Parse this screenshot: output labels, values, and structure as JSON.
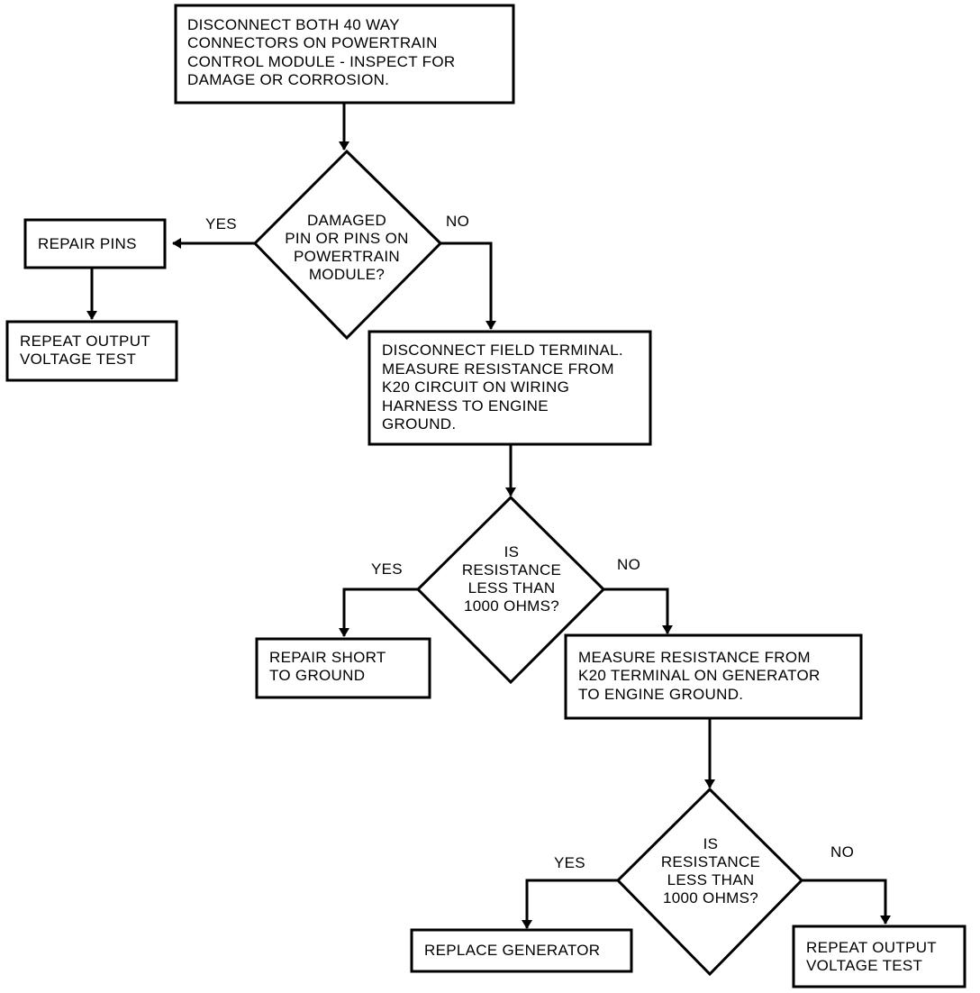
{
  "nodes": {
    "disconnect_connectors": [
      "DISCONNECT BOTH 40 WAY",
      "CONNECTORS ON POWERTRAIN",
      "CONTROL MODULE - INSPECT FOR",
      "DAMAGE OR CORROSION."
    ],
    "damaged_pins": [
      "DAMAGED",
      "PIN OR PINS ON",
      "POWERTRAIN",
      "MODULE?"
    ],
    "repair_pins": [
      "REPAIR PINS"
    ],
    "repeat_test_1": [
      "REPEAT OUTPUT",
      "VOLTAGE TEST"
    ],
    "disconnect_field": [
      "DISCONNECT FIELD TERMINAL.",
      "MEASURE RESISTANCE FROM",
      "K20 CIRCUIT ON WIRING",
      "HARNESS TO ENGINE",
      "GROUND."
    ],
    "resistance_check_1": [
      "IS",
      "RESISTANCE",
      "LESS THAN",
      "1000 OHMS?"
    ],
    "repair_short": [
      "REPAIR SHORT",
      "TO GROUND"
    ],
    "measure_generator": [
      "MEASURE RESISTANCE FROM",
      "K20 TERMINAL ON GENERATOR",
      "TO ENGINE GROUND."
    ],
    "resistance_check_2": [
      "IS",
      "RESISTANCE",
      "LESS THAN",
      "1000 OHMS?"
    ],
    "replace_generator": [
      "REPLACE GENERATOR"
    ],
    "repeat_test_2": [
      "REPEAT OUTPUT",
      "VOLTAGE TEST"
    ]
  },
  "edge_labels": {
    "d1_yes": "YES",
    "d1_no": "NO",
    "d2_yes": "YES",
    "d2_no": "NO",
    "d3_yes": "YES",
    "d3_no": "NO"
  }
}
